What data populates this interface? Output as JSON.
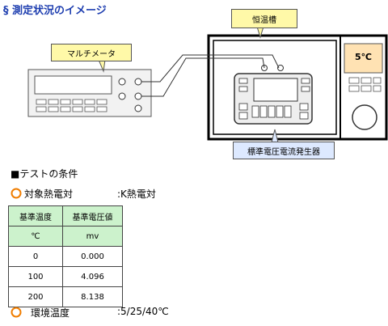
{
  "title": "§ 測定状況のイメージ",
  "labels": {
    "thermostat": "恒温槽",
    "multimeter": "マルチメータ",
    "voltage_source": "標準電圧電流発生器",
    "temp_display": "5℃"
  },
  "conditions": {
    "heading": "■テストの条件",
    "target_label": "対象熱電対",
    "target_value": ":K熱電対",
    "ambient_label": "環境温度",
    "ambient_value": ":5/25/40℃"
  },
  "table": {
    "headers": [
      "基準温度",
      "基準電圧値"
    ],
    "units": [
      "℃",
      "mv"
    ],
    "rows": [
      [
        "0",
        "0.000"
      ],
      [
        "100",
        "4.096"
      ],
      [
        "200",
        "8.138"
      ]
    ]
  },
  "colors": {
    "title": "#1f3fb0",
    "callout_yellow": "#fff9a8",
    "callout_blue": "#dde9ff",
    "table_header": "#ccf2cc",
    "bullet": "#f07d00",
    "temp_display_bg": "#ffe2b3"
  }
}
